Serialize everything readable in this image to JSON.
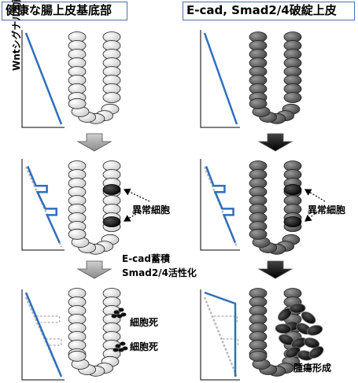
{
  "headers": {
    "left": "健康な腸上皮基底部",
    "right": "E-cad, Smad2/4破綻上皮"
  },
  "axis_label": "Wntシグナル勾配",
  "labels": {
    "abnormal_cell_left": "異常細胞",
    "abnormal_cell_right": "異常細胞",
    "ecad_accumulation": "E-cad蓄積",
    "smad_activation": "Smad2/4活性化",
    "cell_death_1": "細胞死",
    "cell_death_2": "細胞死",
    "tumor_formation": "腫瘍形成"
  },
  "colors": {
    "wnt_line": "#2f6fbe",
    "healthy_cell": "#e6e6e6",
    "mutant_cell": "#6a6a6a",
    "abnormal_cell": "#0a0a0a",
    "arrow_gray": "#9a9a9a",
    "arrow_black": "#111111",
    "header_border": "#4a6fb5"
  }
}
